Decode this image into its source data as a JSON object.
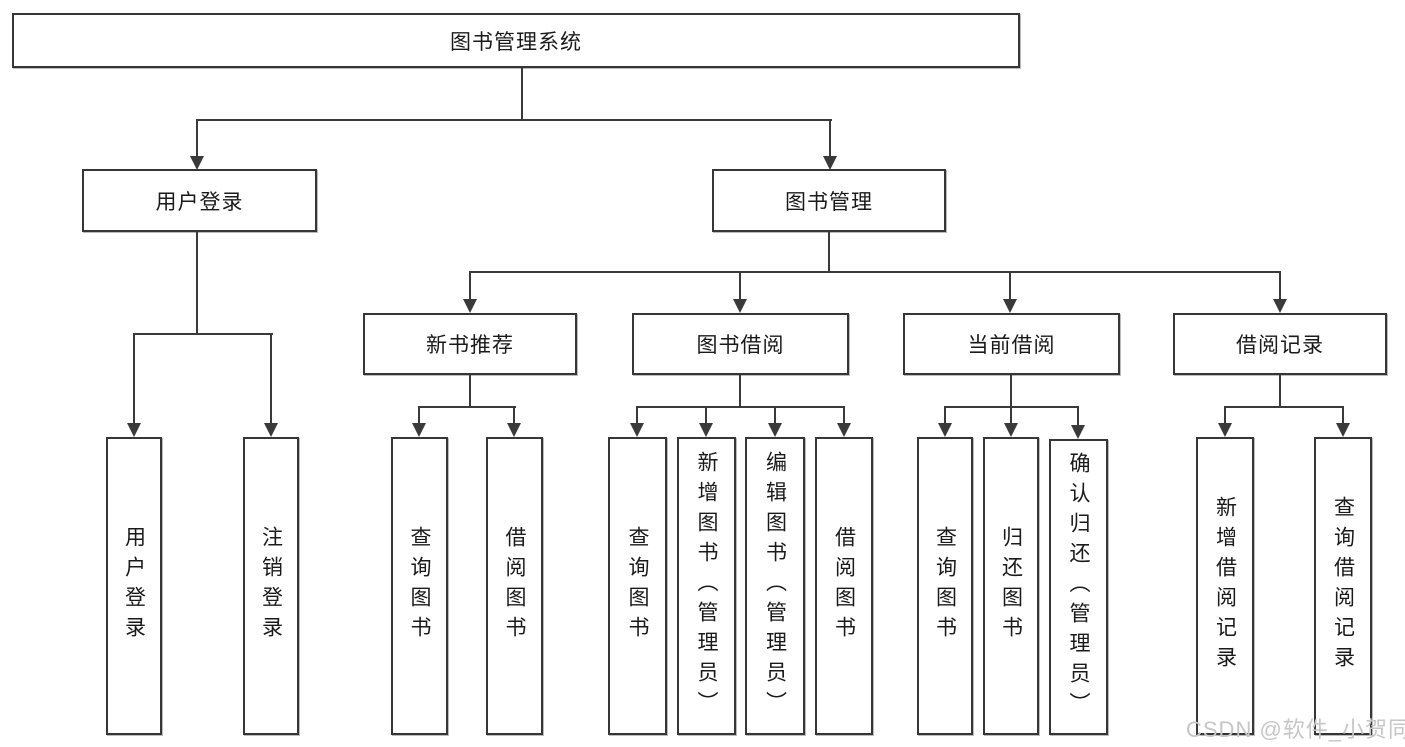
{
  "diagram": {
    "tree": {
      "root": {
        "label": "图书管理系统",
        "children": [
          {
            "label": "用户登录",
            "children": [
              {
                "label": "用户登录"
              },
              {
                "label": "注销登录"
              }
            ]
          },
          {
            "label": "图书管理",
            "children": [
              {
                "label": "新书推荐",
                "children": [
                  {
                    "label": "查询图书"
                  },
                  {
                    "label": "借阅图书"
                  }
                ]
              },
              {
                "label": "图书借阅",
                "children": [
                  {
                    "label": "查询图书"
                  },
                  {
                    "label": "新增图书（管理员）"
                  },
                  {
                    "label": "编辑图书（管理员）"
                  },
                  {
                    "label": "借阅图书"
                  }
                ]
              },
              {
                "label": "当前借阅",
                "children": [
                  {
                    "label": "查询图书"
                  },
                  {
                    "label": "归还图书"
                  },
                  {
                    "label": "确认归还（管理员）"
                  }
                ]
              },
              {
                "label": "借阅记录",
                "children": [
                  {
                    "label": "新增借阅记录"
                  },
                  {
                    "label": "查询借阅记录"
                  }
                ]
              }
            ]
          }
        ]
      }
    },
    "colors": {
      "line": "#3a3a3a",
      "box_border": "#363636",
      "text": "#1a1a1a",
      "watermark": "#c6c6c6",
      "background": "#ffffff"
    }
  },
  "watermark": {
    "text": "CSDN @软件_小贺同学"
  }
}
